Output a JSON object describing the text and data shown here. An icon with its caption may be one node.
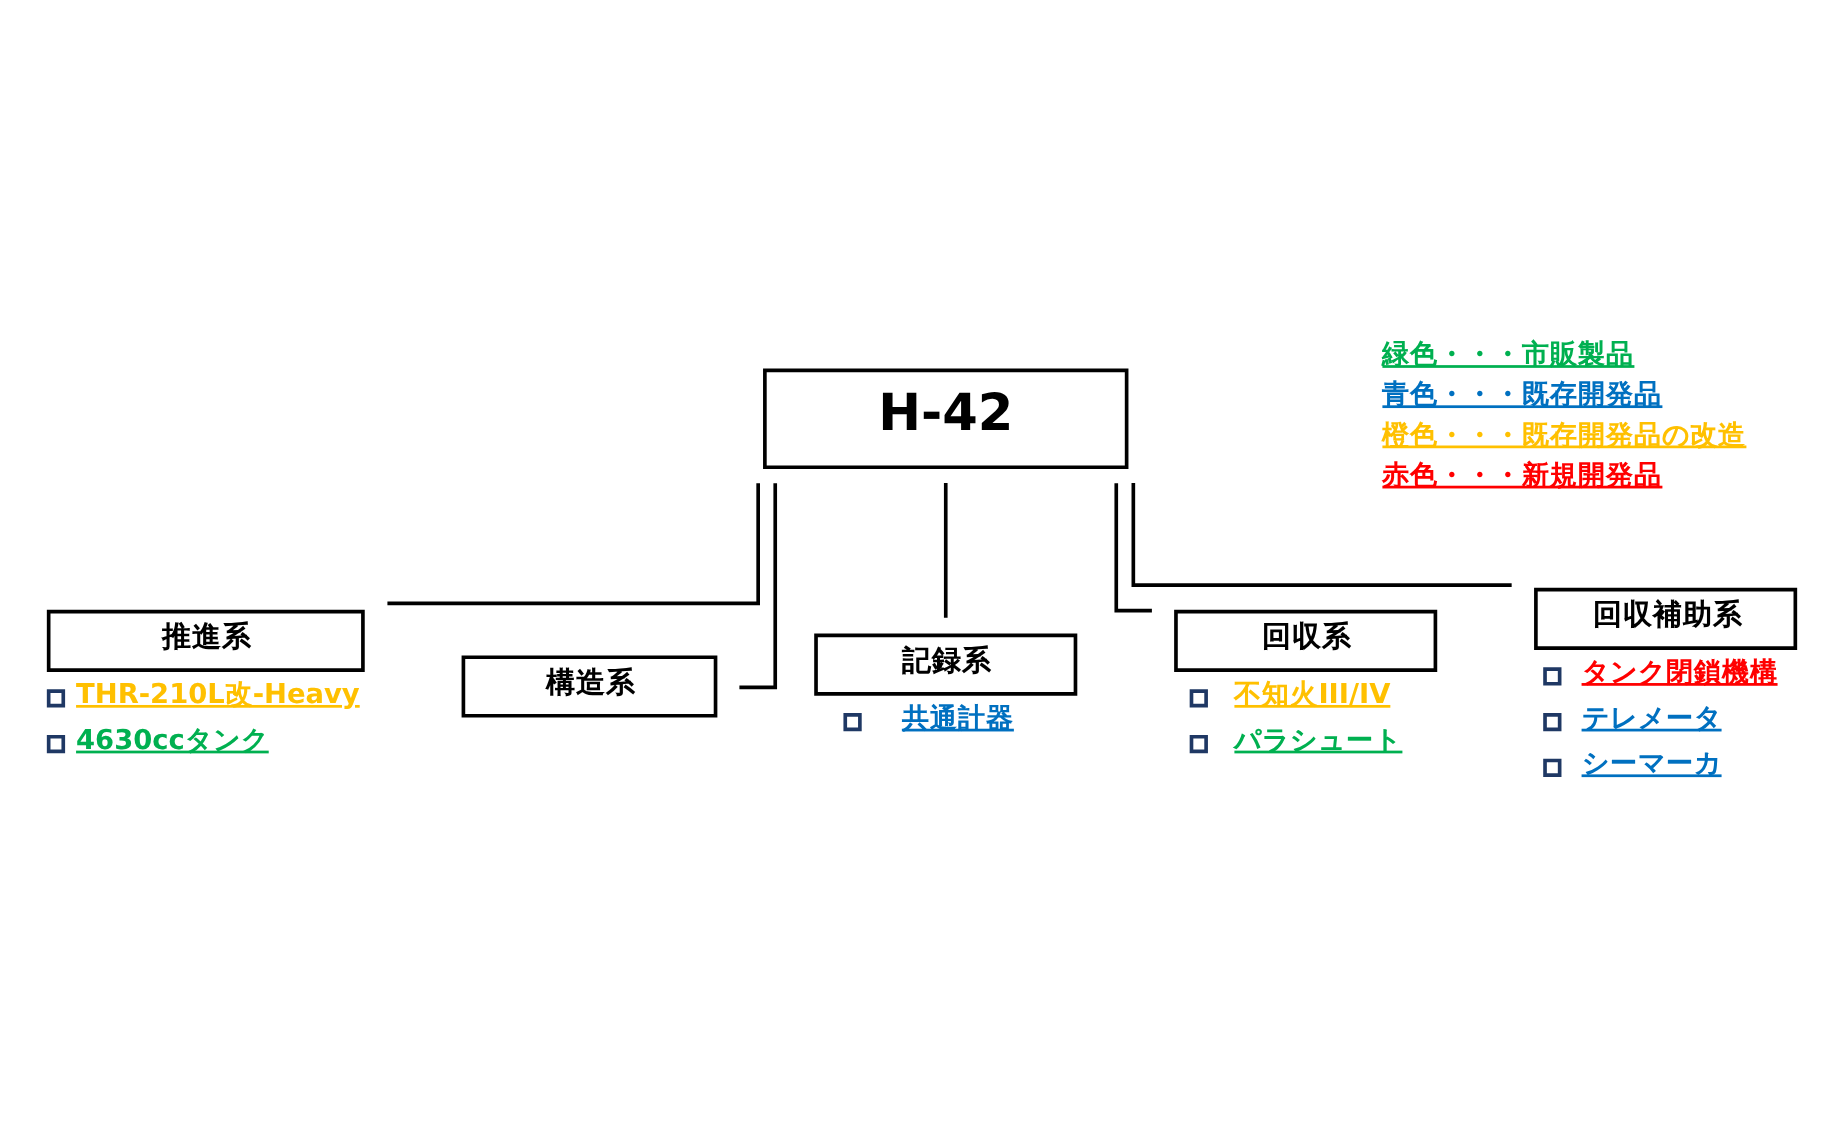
{
  "diagram": {
    "nodes": [
      {
        "text": [
          "H-42"
        ]
      },
      {
        "text": [
          "推進系",
          "THR-210L改-Heavy",
          "4630ccタンク"
        ]
      },
      {
        "text": [
          "構造系"
        ]
      },
      {
        "text": [
          "記録系",
          "共通計器"
        ]
      },
      {
        "text": [
          "回収系",
          "不知火III/IV",
          "パラシュート"
        ]
      },
      {
        "text": [
          "回収補助系",
          "タンク閉鎖機構",
          "テレメータ",
          "シーマーカ"
        ]
      }
    ],
    "edges": [
      {
        "from": 0,
        "to": 1,
        "arrow": "none"
      },
      {
        "from": 0,
        "to": 2,
        "arrow": "none"
      },
      {
        "from": 0,
        "to": 3,
        "arrow": "none"
      },
      {
        "from": 0,
        "to": 4,
        "arrow": "none"
      },
      {
        "from": 0,
        "to": 5,
        "arrow": "none"
      }
    ],
    "legend": [
      {
        "text": "緑色・・・市販製品",
        "color": "#00b050"
      },
      {
        "text": "青色・・・既存開発品",
        "color": "#0070c0"
      },
      {
        "text": "橙色・・・既存開発品の改造",
        "color": "#ffc000"
      },
      {
        "text": "赤色・・・新規開発品",
        "color": "#ff0000"
      }
    ]
  }
}
